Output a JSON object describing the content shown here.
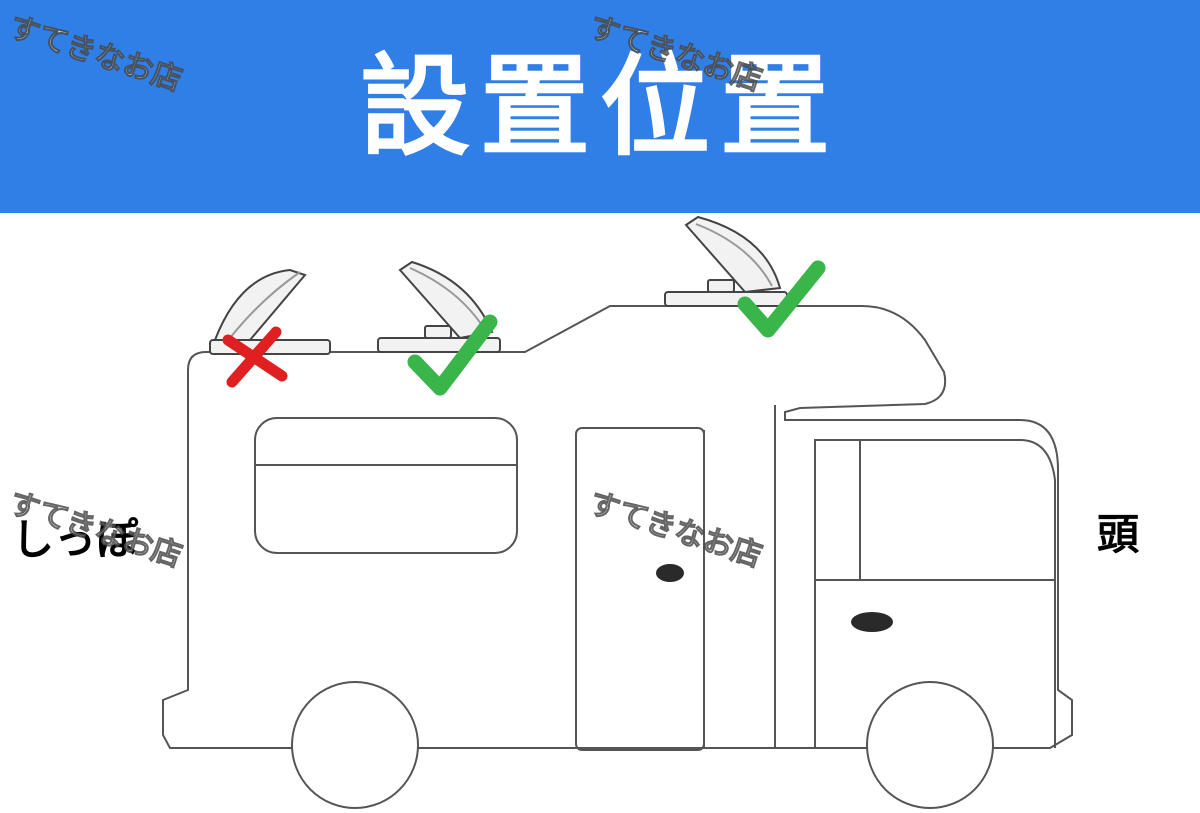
{
  "header": {
    "title": "設置位置"
  },
  "labels": {
    "rear": "しっぽ",
    "front": "頭"
  },
  "watermark": "すてきなお店",
  "colors": {
    "banner": "#2f7fe6",
    "check": "#3ab54a",
    "cross": "#e02020"
  },
  "icons": [
    "cross-mark-icon",
    "check-mark-icon",
    "roof-vent-icon"
  ]
}
